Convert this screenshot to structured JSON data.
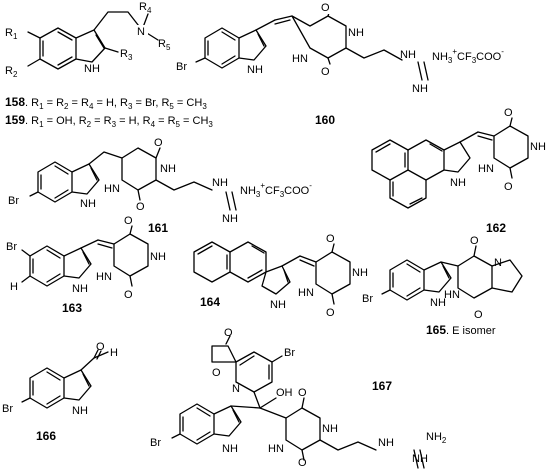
{
  "compounds": [
    {
      "id": "158",
      "caption_parts": [
        "158",
        ". R",
        "1",
        " = R",
        "2",
        " = R",
        "4",
        " = H, R",
        "3",
        " = Br, R",
        "5",
        " = CH",
        "3"
      ]
    },
    {
      "id": "159",
      "caption_parts": [
        "159",
        ". R",
        "1",
        " = OH, R",
        "2",
        " = R",
        "3",
        " = H, R",
        "4",
        " = R",
        "5",
        " = CH",
        "3"
      ]
    },
    {
      "id": "160",
      "label": "160"
    },
    {
      "id": "161",
      "label": "161"
    },
    {
      "id": "162",
      "label": "162"
    },
    {
      "id": "163",
      "label": "163"
    },
    {
      "id": "164",
      "label": "164"
    },
    {
      "id": "165",
      "label": "165",
      "note": ". E isomer"
    },
    {
      "id": "166",
      "label": "166"
    },
    {
      "id": "167",
      "label": "167"
    }
  ],
  "atoms": {
    "r1": "R",
    "r1_sub": "1",
    "r2": "R",
    "r2_sub": "2",
    "r3": "R",
    "r3_sub": "3",
    "r4": "R",
    "r4_sub": "4",
    "r5": "R",
    "r5_sub": "5",
    "n": "N",
    "h": "H",
    "nh": "NH",
    "hn": "HN",
    "br": "Br",
    "o": "O",
    "oh": "OH",
    "nh2": "NH",
    "nh2_sub": "2",
    "guanidinium": "NH",
    "guanidinium_sub": "3",
    "guanidinium_plus": "+",
    "tfa_a": "CF",
    "tfa_sub": "3",
    "tfa_b": "COO",
    "tfa_minus": "-"
  }
}
